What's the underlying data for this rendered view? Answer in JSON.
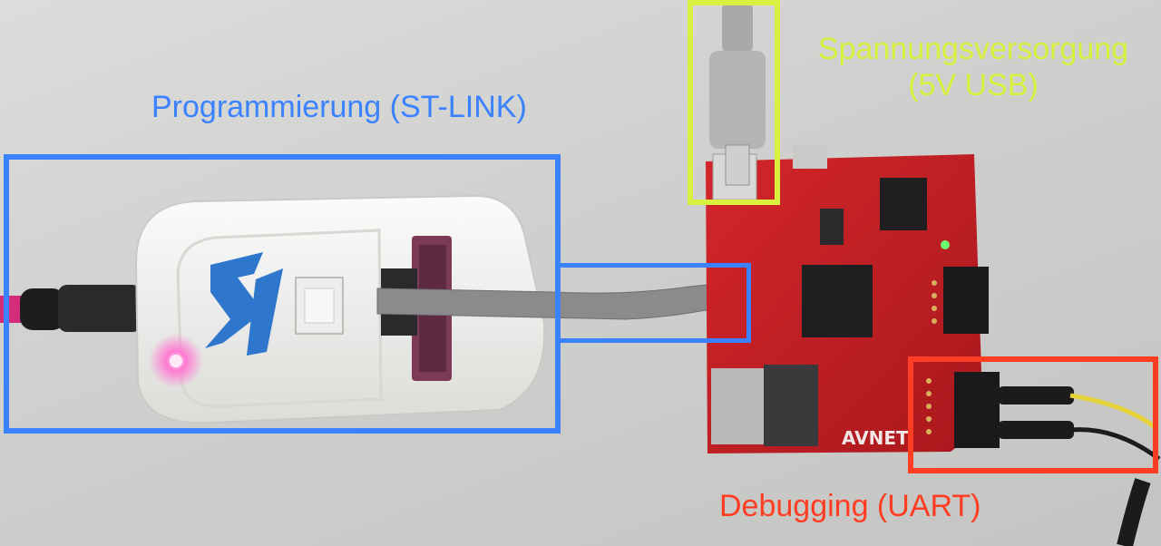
{
  "callouts": {
    "programming": {
      "label": "Programmierung (ST-LINK)",
      "color": "#3a82ff"
    },
    "power": {
      "label_line1": "Spannungsversorgung",
      "label_line2": "(5V USB)",
      "color": "#d9f13e"
    },
    "debugging": {
      "label": "Debugging (UART)",
      "color": "#ff3d22"
    }
  },
  "board": {
    "brand": "AVNET"
  },
  "colors": {
    "board_red": "#c81f25",
    "tabletop": "#d2d3d1",
    "programmer_white": "#f1f1ef"
  }
}
